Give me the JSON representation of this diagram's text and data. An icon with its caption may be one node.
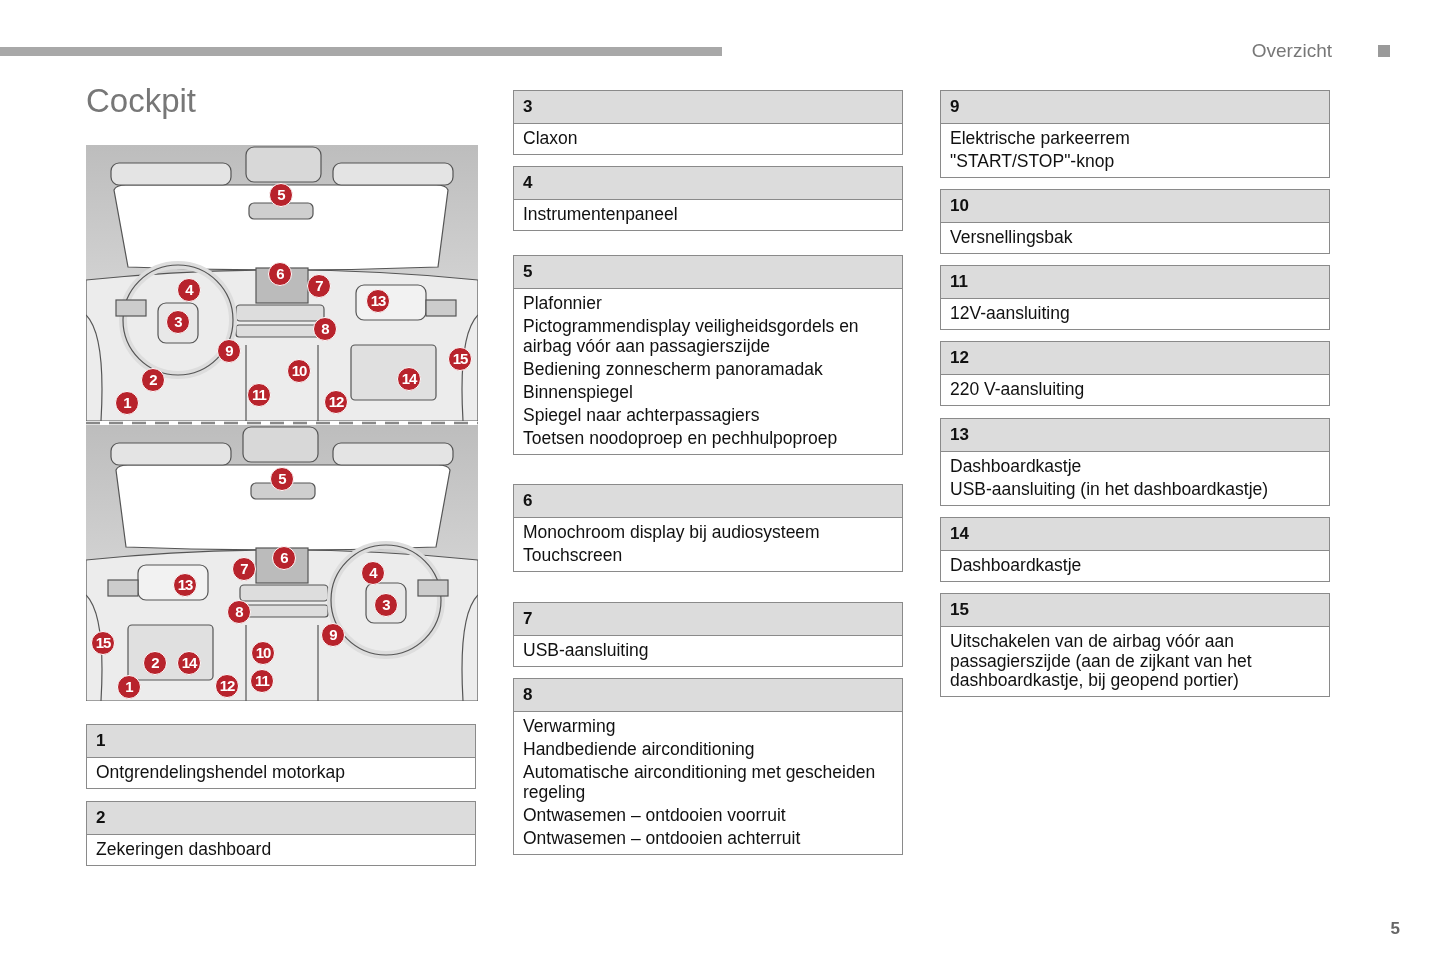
{
  "diagram": {
    "title": "Cockpit",
    "nodes": [
      {
        "text": [
          "1",
          "Ontgrendelingshendel motorkap"
        ]
      },
      {
        "text": [
          "2",
          "Zekeringen dashboard"
        ]
      },
      {
        "text": [
          "3",
          "Claxon"
        ]
      },
      {
        "text": [
          "4",
          "Instrumentenpaneel"
        ]
      },
      {
        "text": [
          "5",
          "Plafonnier",
          "Pictogrammendisplay veiligheidsgordels en airbag vóór aan passagierszijde",
          "Bediening zonnescherm panoramadak",
          "Binnenspiegel",
          "Spiegel naar achterpassagiers",
          "Toetsen noodoproep en pechhulpoproep"
        ]
      },
      {
        "text": [
          "6",
          "Monochroom display bij audiosysteem",
          "Touchscreen"
        ]
      },
      {
        "text": [
          "7",
          "USB-aansluiting"
        ]
      },
      {
        "text": [
          "8",
          "Verwarming",
          "Handbediende airconditioning",
          "Automatische airconditioning met gescheiden regeling",
          "Ontwasemen – ontdooien voorruit",
          "Ontwasemen – ontdooien achterruit"
        ]
      },
      {
        "text": [
          "9",
          "Elektrische parkeerrem",
          "\"START/STOP\"-knop"
        ]
      },
      {
        "text": [
          "10",
          "Versnellingsbak"
        ]
      },
      {
        "text": [
          "11",
          "12V-aansluiting"
        ]
      },
      {
        "text": [
          "12",
          "220 V-aansluiting"
        ]
      },
      {
        "text": [
          "13",
          "Dashboardkastje",
          "USB-aansluiting (in het dashboardkastje)"
        ]
      },
      {
        "text": [
          "14",
          "Dashboardkastje"
        ]
      },
      {
        "text": [
          "15",
          "Uitschakelen van de airbag vóór aan passagierszijde (aan de zijkant van het dashboardkastje, bij geopend portier)"
        ]
      }
    ],
    "edges": [],
    "labels": [
      "Overzicht",
      "5",
      "6",
      "7",
      "4",
      "13",
      "3",
      "8",
      "9",
      "10",
      "15",
      "2",
      "14",
      "1",
      "11",
      "12",
      "5",
      "6",
      "7",
      "4",
      "13",
      "3",
      "8",
      "9",
      "15",
      "10",
      "2",
      "14",
      "1",
      "12",
      "11",
      "5"
    ]
  }
}
